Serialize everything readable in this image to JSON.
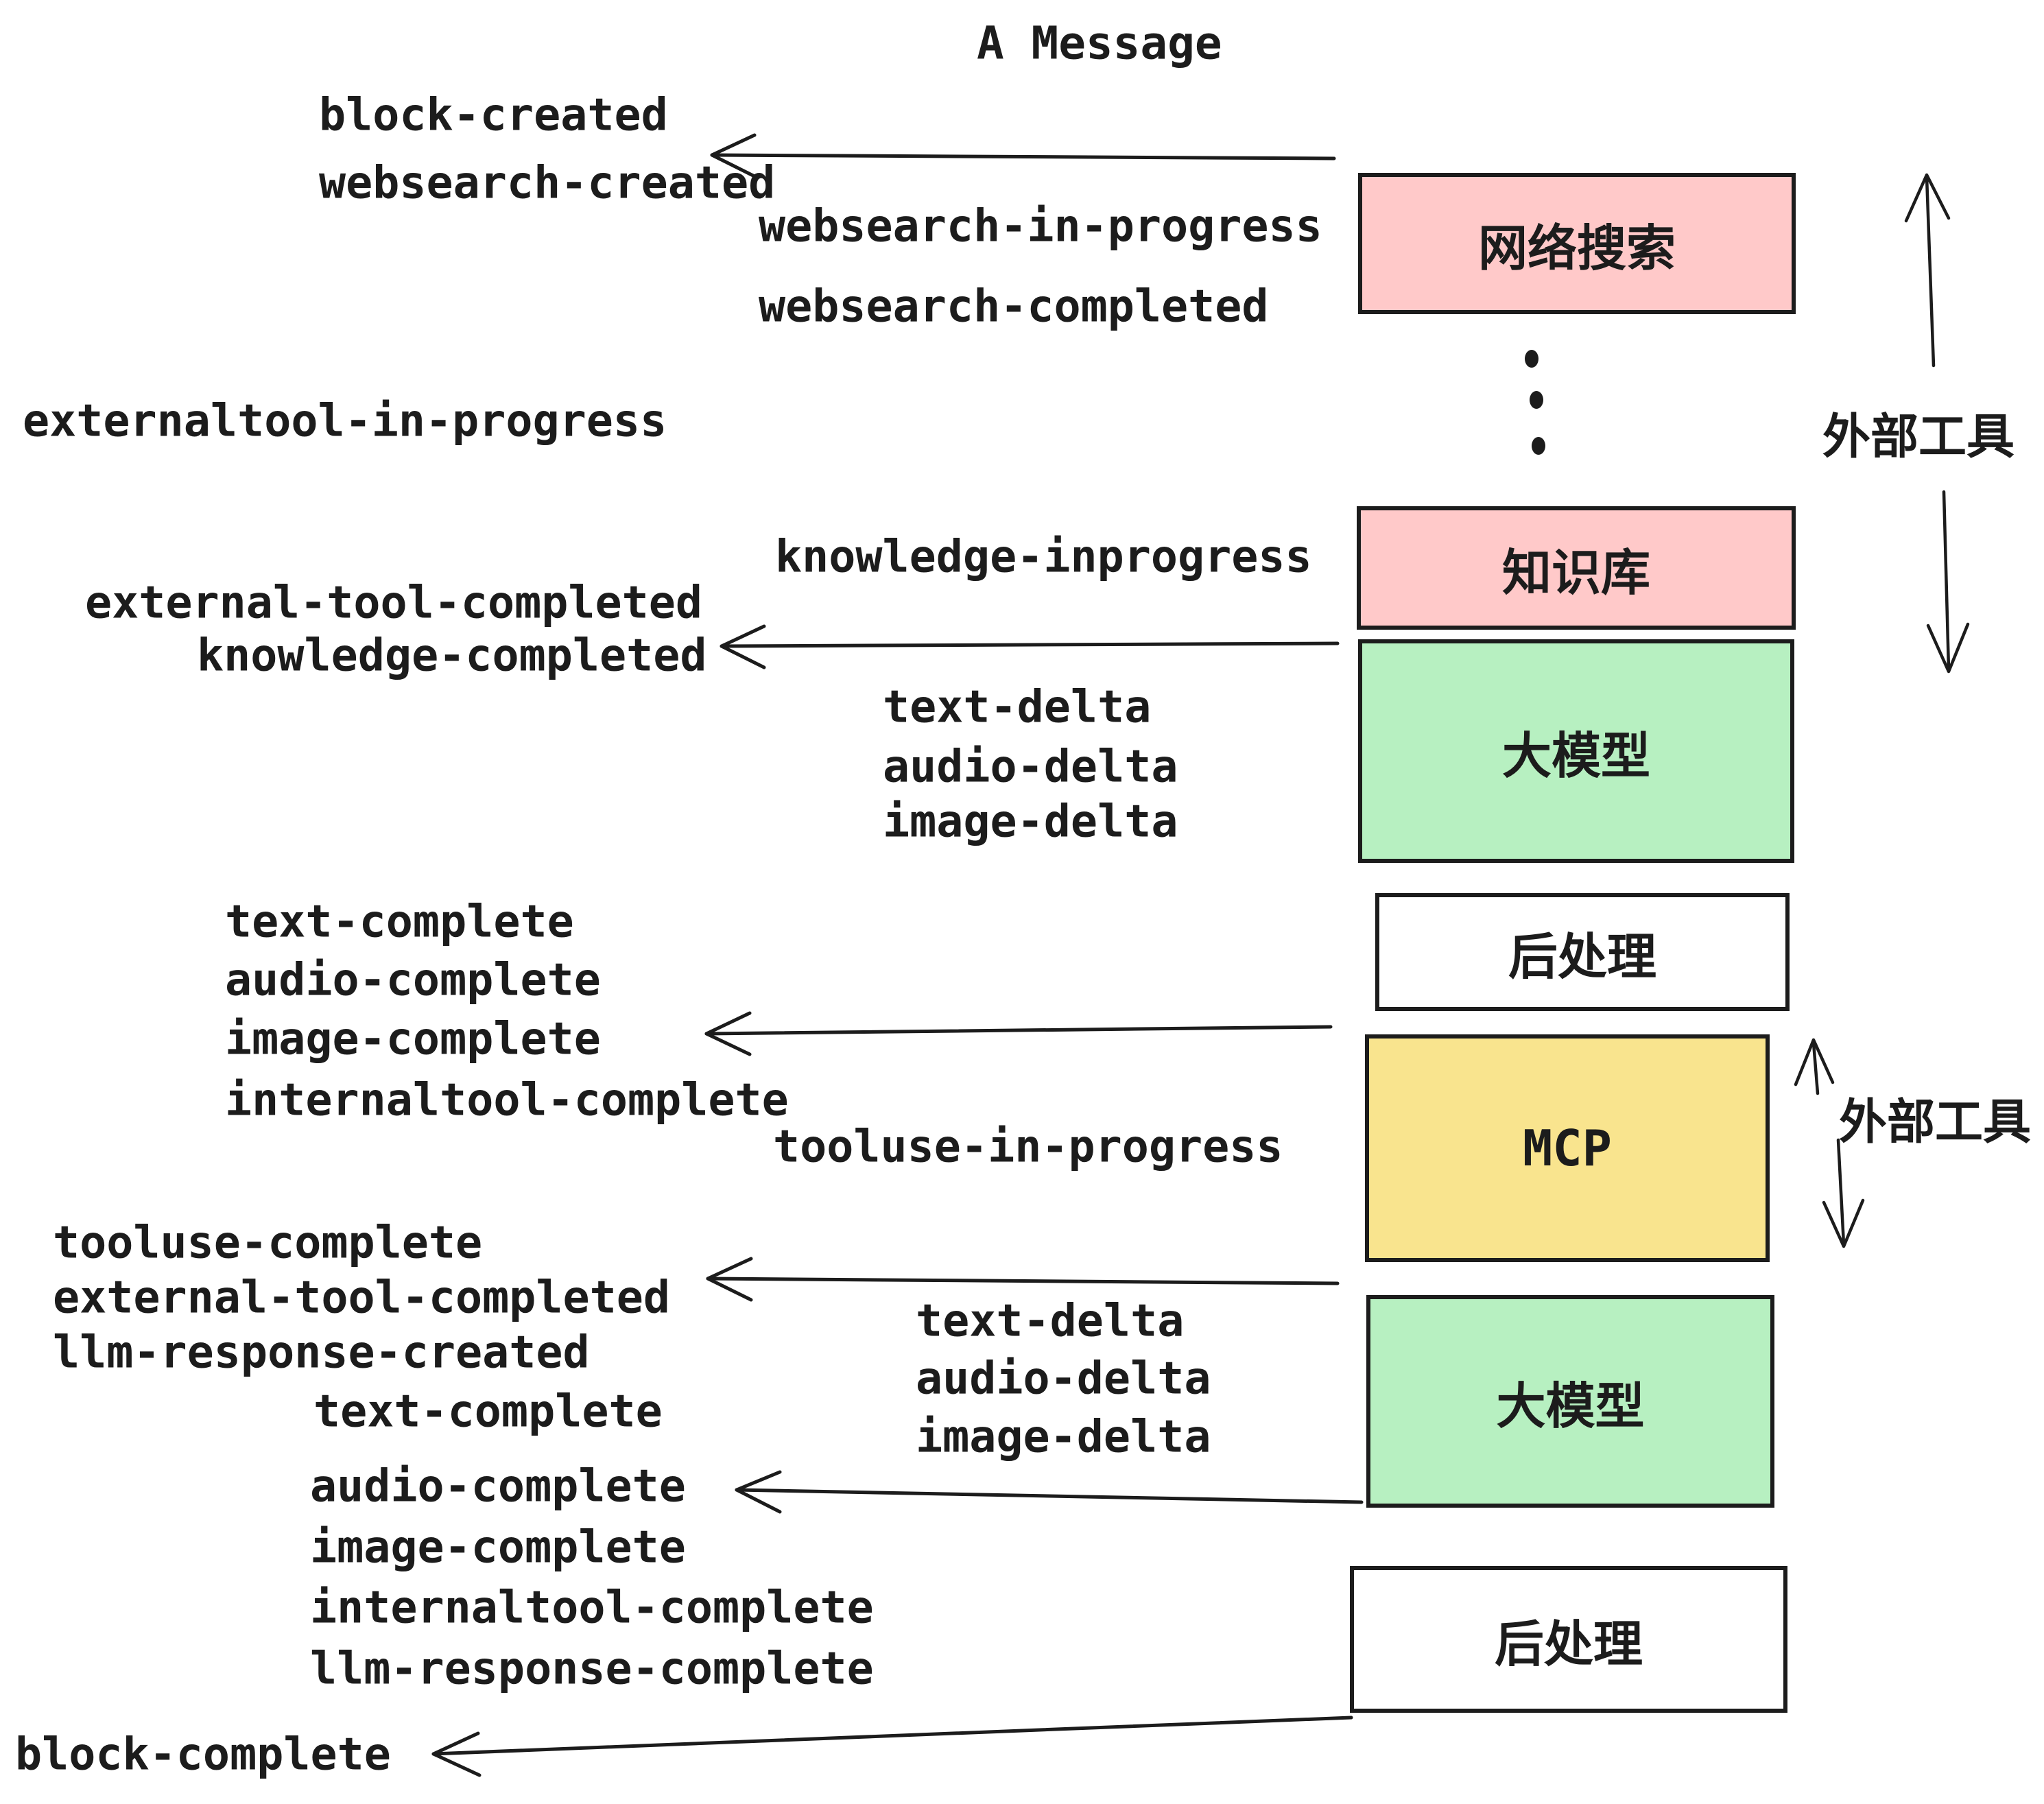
{
  "title": "A Message",
  "colors": {
    "background": "#ffffff",
    "ink": "#1c1c1c",
    "box_pink": "#ffc9c9",
    "box_green": "#b7f0c1",
    "box_yellow": "#f9e48e",
    "box_white": "#ffffff"
  },
  "boxes": [
    {
      "label": "网络搜索"
    },
    {
      "label": "知识库"
    },
    {
      "label": "大模型"
    },
    {
      "label": "后处理"
    },
    {
      "label": "MCP"
    },
    {
      "label": "大模型"
    },
    {
      "label": "后处理"
    }
  ],
  "side_labels": [
    {
      "label": "外部工具"
    },
    {
      "label": "外部工具"
    }
  ],
  "events": [
    "block-created",
    "websearch-created",
    "websearch-in-progress",
    "websearch-completed",
    "externaltool-in-progress",
    "knowledge-inprogress",
    "external-tool-completed",
    "knowledge-completed",
    "text-delta",
    "audio-delta",
    "image-delta",
    "text-complete",
    "audio-complete",
    "image-complete",
    "internaltool-complete",
    "tooluse-in-progress",
    "tooluse-complete",
    "external-tool-completed",
    "llm-response-created",
    "text-complete",
    "audio-complete",
    "image-complete",
    "internaltool-complete",
    "llm-response-complete",
    "block-complete"
  ]
}
